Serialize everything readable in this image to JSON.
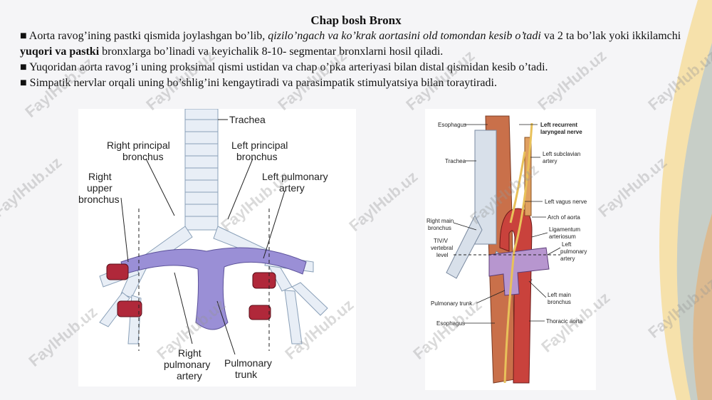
{
  "slide": {
    "title": "Chap bosh Bronx",
    "bullets": [
      {
        "marker": "■",
        "parts": [
          {
            "text": " Aorta ravog’ining pastki qismida joylashgan bo’lib, ",
            "style": "normal"
          },
          {
            "text": "qizilo’ngach va ko’krak aortasini old tomondan kesib o’tadi",
            "style": "italic"
          },
          {
            "text": " va 2 ta bo’lak yoki ikkilamchi ",
            "style": "normal"
          },
          {
            "text": "yuqori va pastki",
            "style": "bold"
          },
          {
            "text": " bronxlarga bo’linadi va keyichalik 8-10- segmentar bronxlarni hosil qiladi.",
            "style": "normal"
          }
        ]
      },
      {
        "marker": "■",
        "parts": [
          {
            "text": " Yuqoridan aorta ravog’i uning proksimal qismi ustidan va chap o’pka arteriyasi bilan distal qismidan kesib o’tadi.",
            "style": "normal"
          }
        ]
      },
      {
        "marker": "■",
        "parts": [
          {
            "text": " Simpatik nervlar orqali uning bo’shlig’ini kengaytiradi va parasimpatik stimulyatsiya bilan toraytiradi.",
            "style": "normal"
          }
        ]
      }
    ]
  },
  "figure1": {
    "labels": {
      "trachea": "Trachea",
      "right_principal_1": "Right principal",
      "right_principal_2": "bronchus",
      "left_principal_1": "Left principal",
      "left_principal_2": "bronchus",
      "right_upper_1": "Right",
      "right_upper_2": "upper",
      "right_upper_3": "bronchus",
      "left_pulm_1": "Left pulmonary",
      "left_pulm_2": "artery",
      "right_pulm_1": "Right",
      "right_pulm_2": "pulmonary",
      "right_pulm_3": "artery",
      "pulm_trunk_1": "Pulmonary",
      "pulm_trunk_2": "trunk"
    }
  },
  "figure2": {
    "labels": {
      "esophagus_top": "Esophagus",
      "left_recurrent_1": "Left recurrent",
      "left_recurrent_2": "laryngeal nerve",
      "trachea": "Trachea",
      "left_subclavian_1": "Left subclavian",
      "left_subclavian_2": "artery",
      "left_vagus": "Left vagus nerve",
      "arch_aorta": "Arch of aorta",
      "right_main_1": "Right main",
      "right_main_2": "bronchus",
      "ligamentum_1": "Ligamentum",
      "ligamentum_2": "arteriosum",
      "tiv_1": "TIV/V",
      "tiv_2": "vertebral",
      "tiv_3": "level",
      "left_pulm_1": "Left",
      "left_pulm_2": "pulmonary",
      "left_pulm_3": "artery",
      "left_main_1": "Left main",
      "left_main_2": "bronchus",
      "pulm_trunk": "Pulmonary trunk",
      "esophagus_bottom": "Esophagus",
      "thoracic_aorta": "Thoracic aorta"
    }
  },
  "watermark": "FaylHub.uz",
  "colors": {
    "trachea": "#e8eef6",
    "artery_purple": "#9a8fd6",
    "artery_red": "#b0283a",
    "esophagus": "#c9704a",
    "aorta_red": "#c9423c",
    "nerve": "#e8c15a"
  }
}
